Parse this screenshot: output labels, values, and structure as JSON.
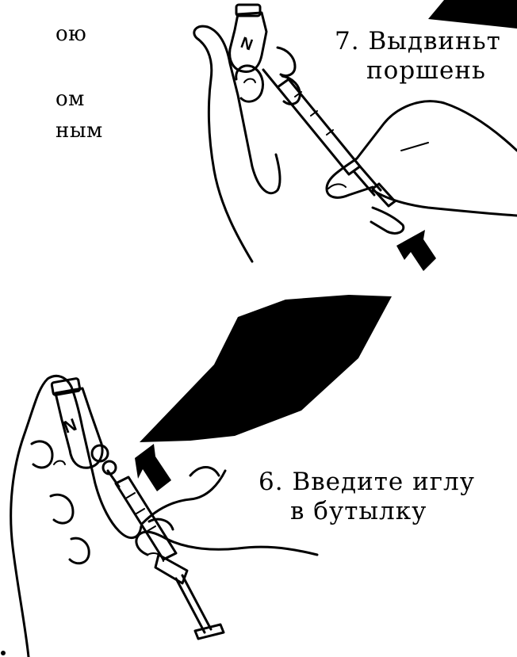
{
  "text_fragments": [
    "ою",
    "ом",
    "ным"
  ],
  "steps": [
    {
      "number": "7.",
      "line1": "Выдвиньт",
      "line2": "поршень"
    },
    {
      "number": "6.",
      "line1": "Введите иглу",
      "line2": "в бутылку"
    }
  ],
  "vial_label": "N",
  "colors": {
    "ink": "#000000",
    "paper": "#ffffff"
  }
}
